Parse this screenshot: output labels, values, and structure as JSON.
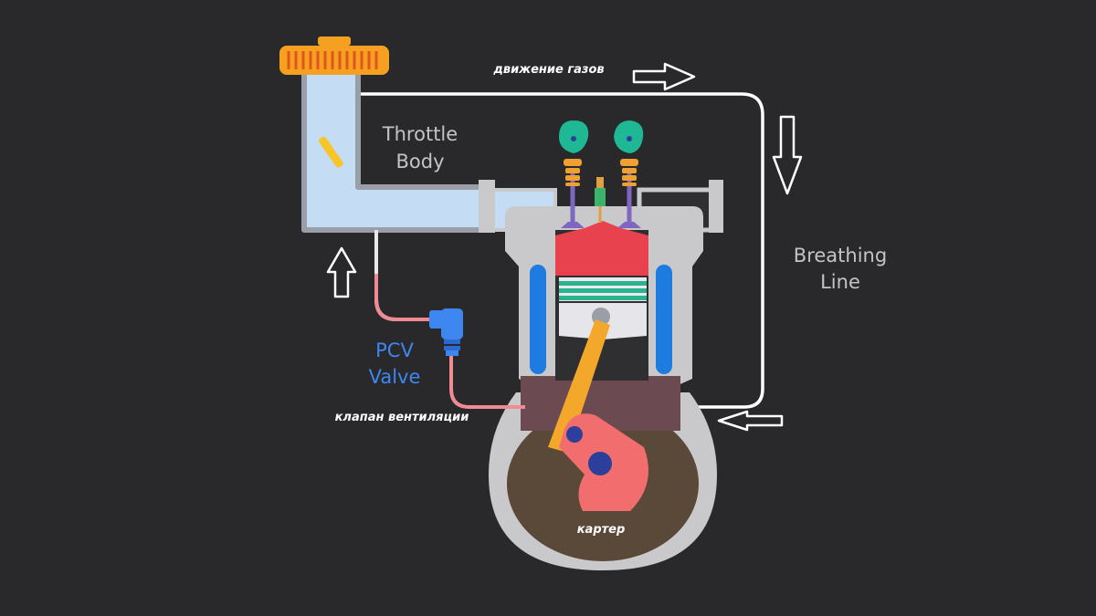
{
  "labels": {
    "gas_flow": "движение газов",
    "throttle_line1": "Throttle",
    "throttle_line2": "Body",
    "breathing_line1": "Breathing",
    "breathing_line2": "Line",
    "pcv_line1": "PCV",
    "pcv_line2": "Valve",
    "ventilation_valve": "клапан вентиляции",
    "crankcase": "картер"
  },
  "colors": {
    "background": "#29292b",
    "air_filter": "#f5a020",
    "intake_pipe": "#c5dcf5",
    "engine_body": "#c9c9cc",
    "cylinder_head": "#e8424f",
    "piston": "#e6e6ea",
    "piston_rings": "#2bb38f",
    "coolant": "#1e7be0",
    "cam_lobes": "#1fb894",
    "crankcase_oil": "#5a4838",
    "crankshaft": "#f26e6e",
    "connecting_rod": "#f3a82c",
    "pcv_valve": "#3e86f0",
    "pcv_hose": "#ef8b95",
    "breathing_line": "#ffffff",
    "label_gray": "#c4c4c4",
    "label_blue": "#3e86f0"
  },
  "icons": [
    "arrow-right-icon",
    "arrow-down-icon",
    "arrow-up-icon",
    "arrow-left-icon"
  ]
}
